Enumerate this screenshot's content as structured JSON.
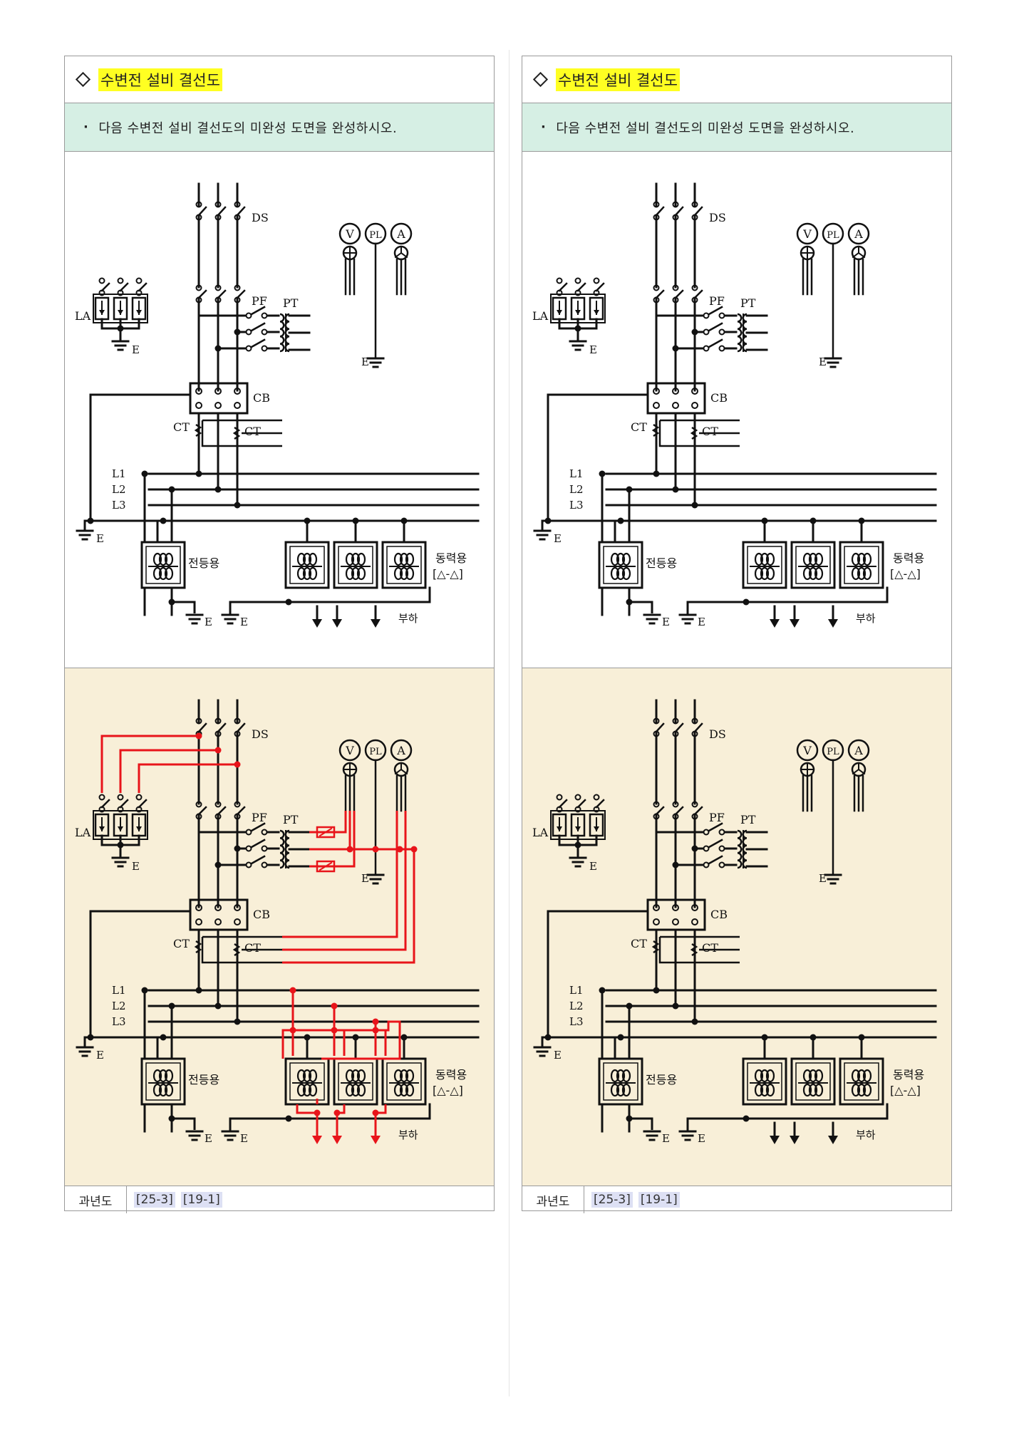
{
  "cards": [
    {
      "title": "수변전 설비 결선도",
      "instruction": "다음 수변전 설비 결선도의 미완성 도면을 완성하시오.",
      "footer_label": "과년도",
      "footer_tags": [
        "[25-3]",
        "[19-1]"
      ]
    },
    {
      "title": "수변전 설비 결선도",
      "instruction": "다음 수변전 설비 결선도의 미완성 도면을 완성하시오.",
      "footer_label": "과년도",
      "footer_tags": [
        "[25-3]",
        "[19-1]"
      ]
    }
  ],
  "diagram_labels": {
    "ds": "DS",
    "pf": "PF",
    "pt": "PT",
    "la": "LA",
    "cb": "CB",
    "ct": "CT",
    "l1": "L1",
    "l2": "L2",
    "l3": "L3",
    "e": "E",
    "v": "V",
    "pl": "PL",
    "a": "A",
    "lighting": "전등용",
    "power": "동력용",
    "delta": "[△-△]",
    "load": "부하"
  },
  "colors": {
    "highlight": "#ffff22",
    "instruction_bg": "#d6efe4",
    "answer_bg": "#f8efd8",
    "answer_wire": "#e8141a",
    "tag_bg": "#dde0f4"
  }
}
